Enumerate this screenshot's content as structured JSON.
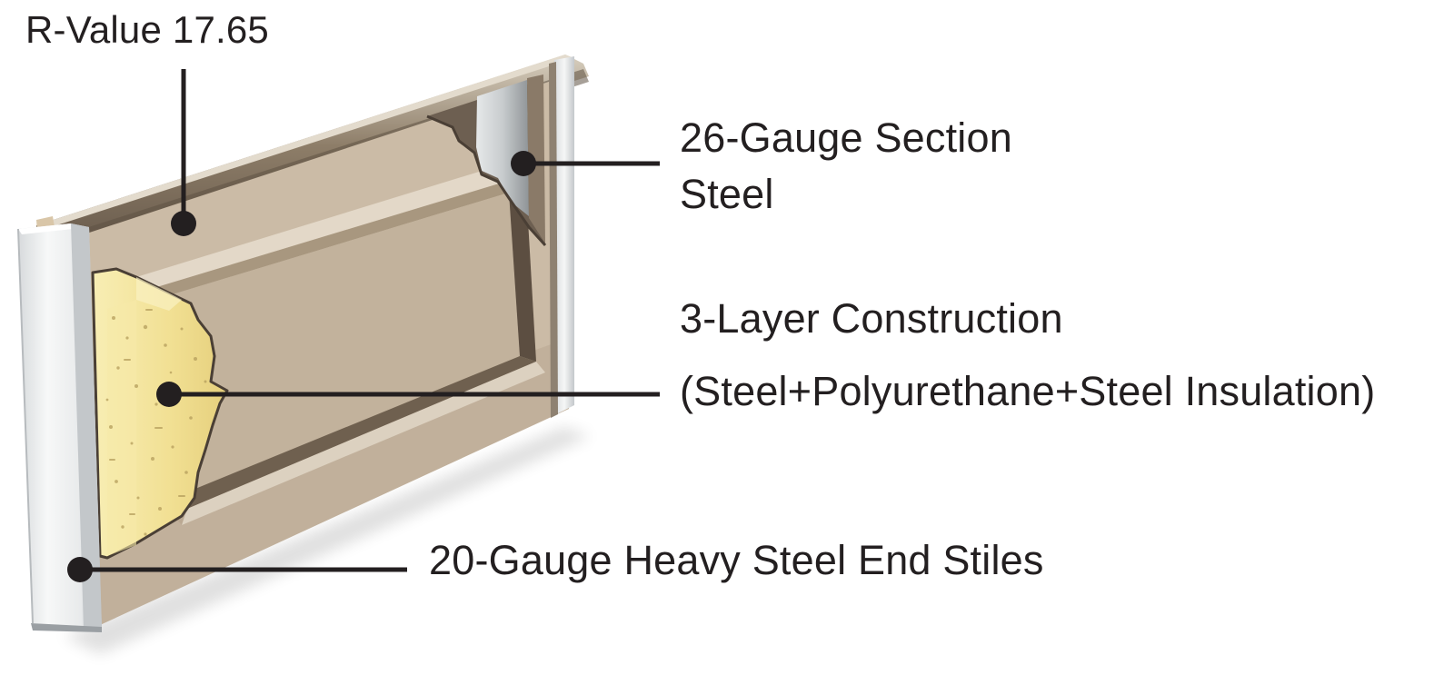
{
  "callouts": {
    "r_value": "R-Value 17.65",
    "section_steel_line1": "26-Gauge Section",
    "section_steel_line2": "Steel",
    "construction_title": "3-Layer Construction",
    "construction_detail": "(Steel+Polyurethane+Steel Insulation)",
    "end_stiles": "20-Gauge Heavy Steel End Stiles"
  },
  "colors": {
    "panel_face": "#cbbba6",
    "panel_shadow": "#9c8a75",
    "panel_dark": "#6e5f50",
    "foam": "#f3e29a",
    "steel_light": "#eef0f1",
    "steel_mid": "#c9cdd0",
    "leader": "#231f20"
  }
}
